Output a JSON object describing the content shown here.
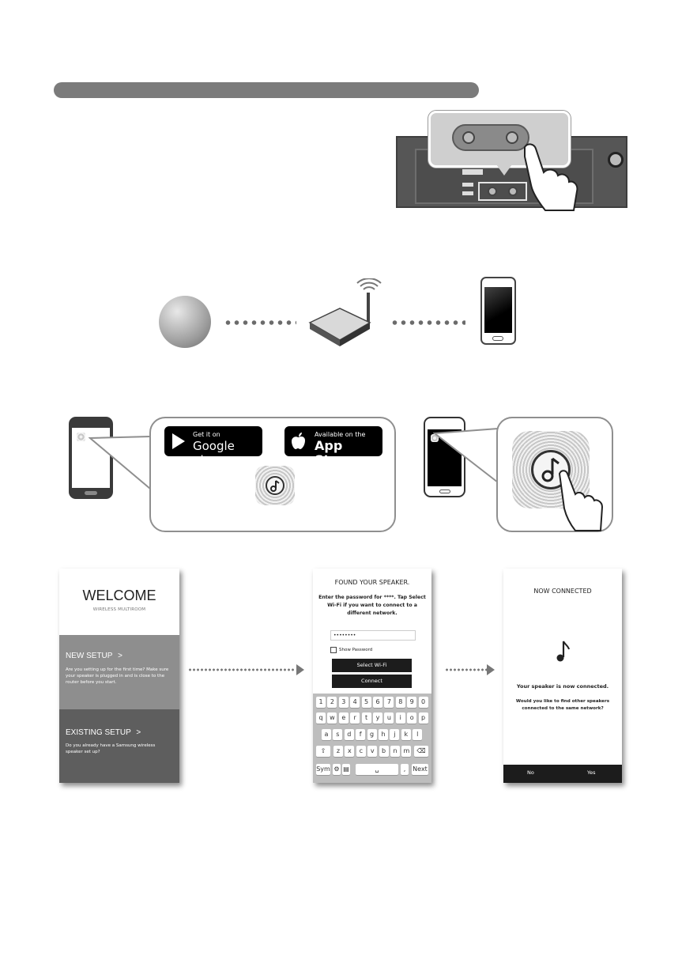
{
  "store": {
    "google_small": "Get it on",
    "google_big": "Google play",
    "apple_small": "Available on the",
    "apple_big": "App Store"
  },
  "welcome_screen": {
    "title": "WELCOME",
    "subtitle": "WIRELESS MULTIROOM",
    "new_setup_label": "NEW SETUP",
    "new_setup_desc": "Are you setting up for the first time? Make sure your speaker is plugged in and is close to the router before you start.",
    "existing_setup_label": "EXISTING SETUP",
    "existing_setup_desc": "Do you already have a Samsung wireless speaker set up?",
    "chevron": ">"
  },
  "password_screen": {
    "title": "FOUND YOUR SPEAKER.",
    "instructions": "Enter the password for ****. Tap Select Wi-Fi if you want to connect to a different network.",
    "password_value": "••••••••",
    "show_password_label": "Show Password",
    "select_wifi_button": "Select Wi-Fi",
    "connect_button": "Connect"
  },
  "keyboard": {
    "row_numbers": [
      "1",
      "2",
      "3",
      "4",
      "5",
      "6",
      "7",
      "8",
      "9",
      "0"
    ],
    "row_q": [
      "q",
      "w",
      "e",
      "r",
      "t",
      "y",
      "u",
      "i",
      "o",
      "p"
    ],
    "row_a": [
      "a",
      "s",
      "d",
      "f",
      "g",
      "h",
      "j",
      "k",
      "l"
    ],
    "row_z": [
      "z",
      "x",
      "c",
      "v",
      "b",
      "n",
      "m"
    ],
    "sym_label": "Sym",
    "next_label": "Next",
    "comma_label": ","
  },
  "connected_screen": {
    "title": "NOW CONNECTED",
    "status": "Your speaker is now connected.",
    "question": "Would you like to find other speakers connected to the same network?",
    "no_button": "No",
    "yes_button": "Yes"
  }
}
